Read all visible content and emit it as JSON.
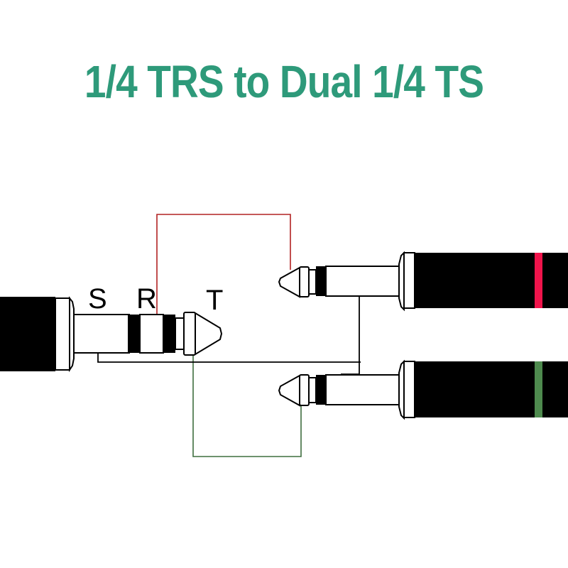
{
  "title": "1/4 TRS to Dual 1/4 TS",
  "colors": {
    "title": "#2e9a7a",
    "red_wire": "#b22222",
    "green_wire": "#3f6e3f",
    "red_stripe": "#f0144b",
    "green_stripe": "#4e8a4e",
    "outline": "#000000"
  },
  "trs_plug": {
    "labels": {
      "sleeve": "S",
      "ring": "R",
      "tip": "T"
    }
  },
  "ts_plugs": [
    {
      "name": "upper-ts-plug",
      "stripe_color": "red",
      "connected_to": "R"
    },
    {
      "name": "lower-ts-plug",
      "stripe_color": "green",
      "connected_to": "T"
    }
  ]
}
